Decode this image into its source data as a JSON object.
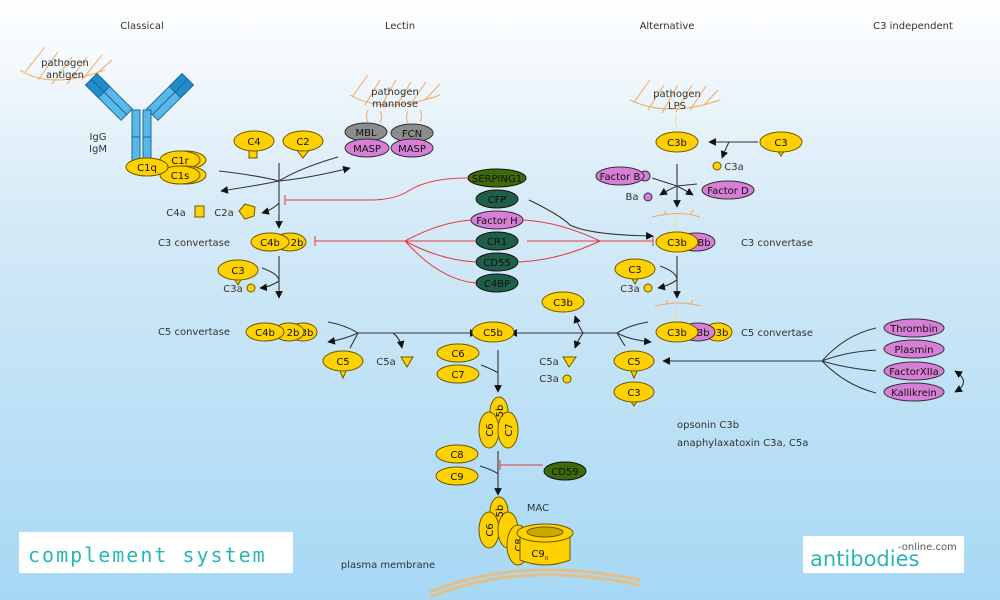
{
  "title": "complement system",
  "pathways": {
    "classical": "Classical",
    "lectin": "Lectin",
    "alternative": "Alternative",
    "c3_independent": "C3 independent"
  },
  "pathogens": {
    "antigen": [
      "pathogen",
      "antigen"
    ],
    "mannose": [
      "pathogen",
      "mannose"
    ],
    "lps": [
      "pathogen",
      "LPS"
    ]
  },
  "antibody": {
    "labels": [
      "IgG",
      "IgM"
    ]
  },
  "classical": {
    "c1": [
      "C1q",
      "C1r",
      "C1s"
    ],
    "c4": "C4",
    "c2": "C2",
    "c4a": "C4a",
    "c2a": "C2a",
    "c3_convertase_label": "C3 convertase",
    "c4b": "C4b",
    "c2b": "2b",
    "c3": "C3",
    "c3a": "C3a",
    "c5_convertase_label": "C5 convertase",
    "c3b_short": "3b",
    "c5": "C5",
    "c5a": "C5a"
  },
  "lectin": {
    "mbl": "MBL",
    "fcn": "FCN",
    "masp": "MASP"
  },
  "regulators": [
    {
      "label": "SERPING1",
      "color": "olive"
    },
    {
      "label": "CFP",
      "color": "darkgreen"
    },
    {
      "label": "Factor H",
      "color": "pink"
    },
    {
      "label": "CR1",
      "color": "darkgreen"
    },
    {
      "label": "CD55",
      "color": "darkgreen"
    },
    {
      "label": "C4BP",
      "color": "darkgreen"
    }
  ],
  "alternative": {
    "c3b": "C3b",
    "c3": "C3",
    "c3a": "C3a",
    "factor_b": "Factor B",
    "factor_d": "Factor D",
    "ba": "Ba",
    "bb": "Bb",
    "c3_convertase_label": "C3 convertase",
    "c5_convertase_label": "C5 convertase",
    "c3b_short": "3b",
    "c5": "C5"
  },
  "terminal": {
    "c3b_top": "C3b",
    "c5b": "C5b",
    "c5a": "C5a",
    "c3a": "C3a",
    "c6": "C6",
    "c7": "C7",
    "c8": "C8",
    "c9": "C9",
    "c5b_short": "5b",
    "cd59": "CD59",
    "mac": "MAC",
    "c9n": "C9",
    "c9n_sub": "n",
    "plasma_membrane": "plasma membrane"
  },
  "c3_independent": {
    "proteases": [
      "Thrombin",
      "Plasmin",
      "FactorXIIa",
      "Kallikrein"
    ],
    "c5": "C5",
    "c3": "C3"
  },
  "legend": [
    "opsonin C3b",
    "anaphylaxatoxin C3a, C5a"
  ],
  "logo": {
    "main": "antibodies",
    "suffix": "-online.com"
  },
  "colors": {
    "component": "#ffd100",
    "enzyme": "#d77fd6",
    "regulator": "#1f5f4a",
    "inhibitor_line": "#e8393c",
    "logo_text": "#2ab6b6"
  }
}
